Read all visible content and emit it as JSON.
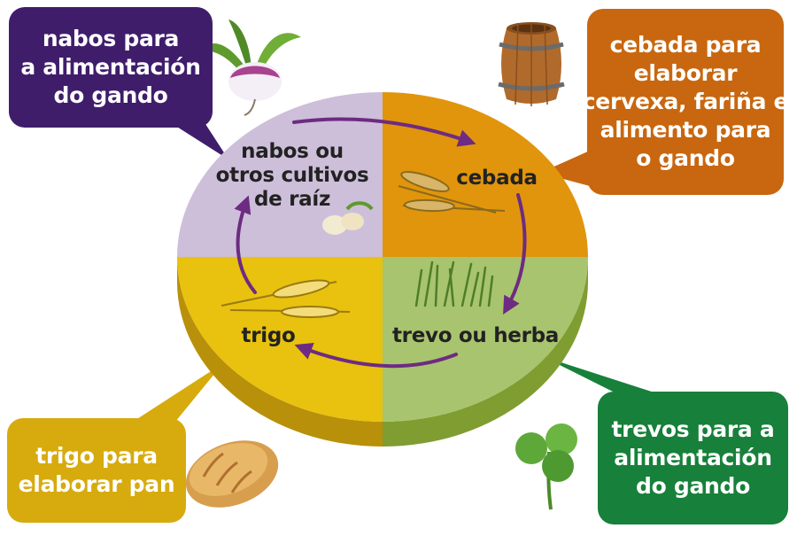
{
  "callouts": {
    "nabos": {
      "lines": [
        "nabos para",
        "a alimentación",
        "do gando"
      ],
      "color": "#3f1d6b"
    },
    "cebada": {
      "lines": [
        "cebada para",
        "elaborar",
        "cervexa, fariña e",
        "alimento para",
        "o gando"
      ],
      "color": "#c8670f"
    },
    "trigo": {
      "lines": [
        "trigo para",
        "elaborar pan"
      ],
      "color": "#d7ab0d"
    },
    "trevos": {
      "lines": [
        "trevos para a",
        "alimentación",
        "do gando"
      ],
      "color": "#17803a"
    }
  },
  "quadrants": {
    "nabos": {
      "lines": [
        "nabos ou",
        "otros cultivos",
        "de raíz"
      ],
      "color": "#cdbfd9"
    },
    "cebada": {
      "lines": [
        "cebada"
      ],
      "color": "#e1950c"
    },
    "trigo": {
      "lines": [
        "trigo"
      ],
      "color": "#e8c20e"
    },
    "trevo": {
      "lines": [
        "trevo ou herba"
      ],
      "color": "#a8c46e"
    }
  },
  "colors": {
    "arrow": "#6d2b82",
    "disc_side_left": "#b99009",
    "disc_side_right": "#7f9d31"
  },
  "icons": [
    "turnip-icon",
    "barrel-icon",
    "bread-icon",
    "clover-icon",
    "barley-icon",
    "grass-icon",
    "wheat-icon",
    "root-vegetables-icon"
  ]
}
